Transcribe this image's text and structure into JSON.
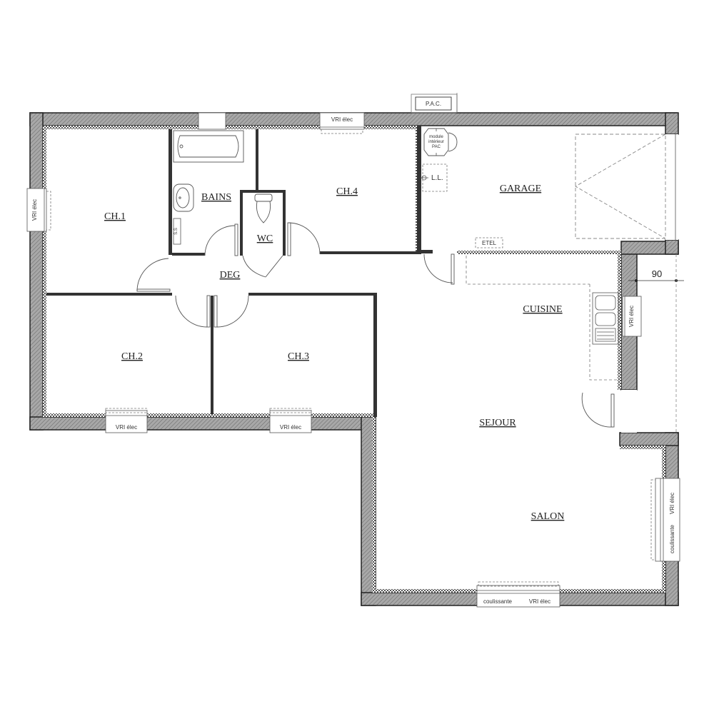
{
  "plan": {
    "rooms": {
      "ch1": "CH.1",
      "ch2": "CH.2",
      "ch3": "CH.3",
      "ch4": "CH.4",
      "bains": "BAINS",
      "wc": "WC",
      "deg": "DEG",
      "garage": "GARAGE",
      "cuisine": "CUISINE",
      "sejour": "SEJOUR",
      "salon": "SALON"
    },
    "equipment": {
      "pac": "P.A.C.",
      "module_line1": "module",
      "module_line2": "intérieur",
      "module_line3": "PAC",
      "ll": "L.L.",
      "etel": "ETEL",
      "ss": "S.S"
    },
    "windows": {
      "ch1_west": "VRI élec",
      "ch4_north": "VRI élec",
      "ch2_south": "VRI élec",
      "ch3_south": "VRI élec",
      "cuisine_east": "VRI élec",
      "salon_east_a": "coulissante",
      "salon_east_b": "VRI élec",
      "salon_south_a": "coulissante",
      "salon_south_b": "VRI élec"
    },
    "dimensions": {
      "entry_width": "90"
    },
    "colors": {
      "wall_fill": "#9a9a9a",
      "wall_stroke": "#222222",
      "insulation": "#ffffff",
      "line": "#333333",
      "dashed": "#777777"
    }
  }
}
